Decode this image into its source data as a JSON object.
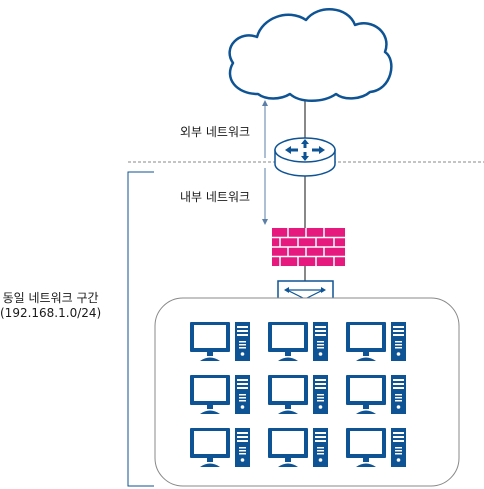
{
  "labels": {
    "external_network": "외부 네트워크",
    "internal_network": "내부 네트워크",
    "same_segment_line1": "동일 네트워크 구간",
    "same_segment_line2": "(192.168.1.0/24)"
  },
  "devices": {
    "cloud": "cloud-icon",
    "router": "router-icon",
    "firewall": "firewall-icon",
    "switch": "switch-icon",
    "computer": "computer-icon",
    "computer_count": 9
  },
  "colors": {
    "device_blue": "#0e5394",
    "firewall_pink": "#e6197f",
    "line": "#888888",
    "arrow": "#5b7fa6"
  }
}
